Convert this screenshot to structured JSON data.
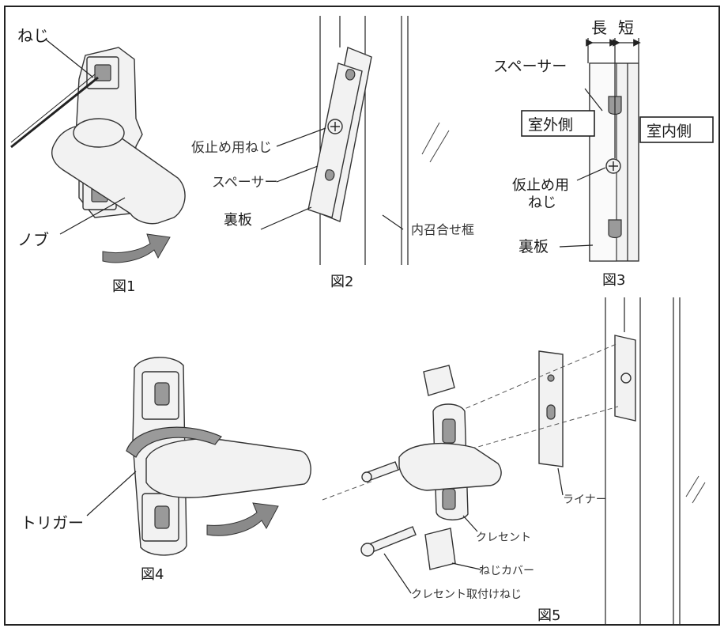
{
  "figures": {
    "fig1": {
      "caption": "図1",
      "labels": {
        "screw": "ねじ",
        "knob": "ノブ"
      }
    },
    "fig2": {
      "caption": "図2",
      "labels": {
        "temp_screw": "仮止め用ねじ",
        "spacer": "スペーサー",
        "backplate": "裏板",
        "inner_frame": "内召合せ框"
      }
    },
    "fig3": {
      "caption": "図3",
      "labels": {
        "long": "長",
        "short": "短",
        "spacer": "スペーサー",
        "outdoor": "室外側",
        "indoor": "室内側",
        "temp_screw_line1": "仮止め用",
        "temp_screw_line2": "ねじ",
        "backplate": "裏板"
      }
    },
    "fig4": {
      "caption": "図4",
      "labels": {
        "trigger": "トリガー"
      }
    },
    "fig5": {
      "caption": "図5",
      "labels": {
        "liner": "ライナー",
        "crescent": "クレセント",
        "screw_cover": "ねじカバー",
        "crescent_screw": "クレセント取付けねじ"
      }
    }
  }
}
